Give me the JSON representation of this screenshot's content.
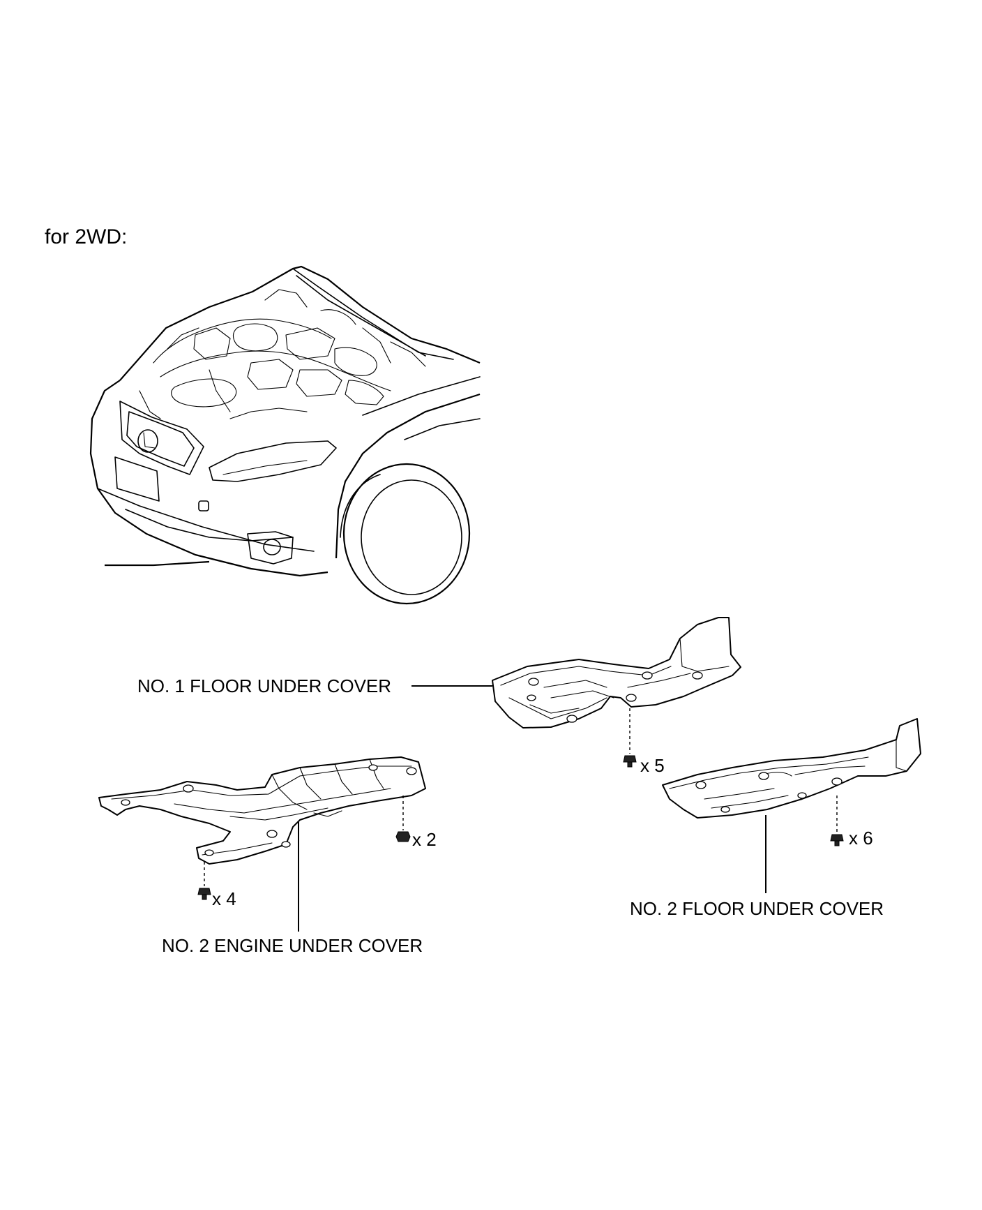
{
  "section_heading": "for 2WD:",
  "parts": {
    "no1_floor_under_cover": "NO. 1 FLOOR UNDER COVER",
    "no2_floor_under_cover": "NO. 2 FLOOR UNDER COVER",
    "no2_engine_under_cover": "NO. 2 ENGINE UNDER COVER"
  },
  "fasteners": {
    "no1_floor_screws": "x 5",
    "no2_floor_screws": "x 6",
    "engine_cover_nuts": "x 2",
    "engine_cover_screws": "x 4"
  }
}
